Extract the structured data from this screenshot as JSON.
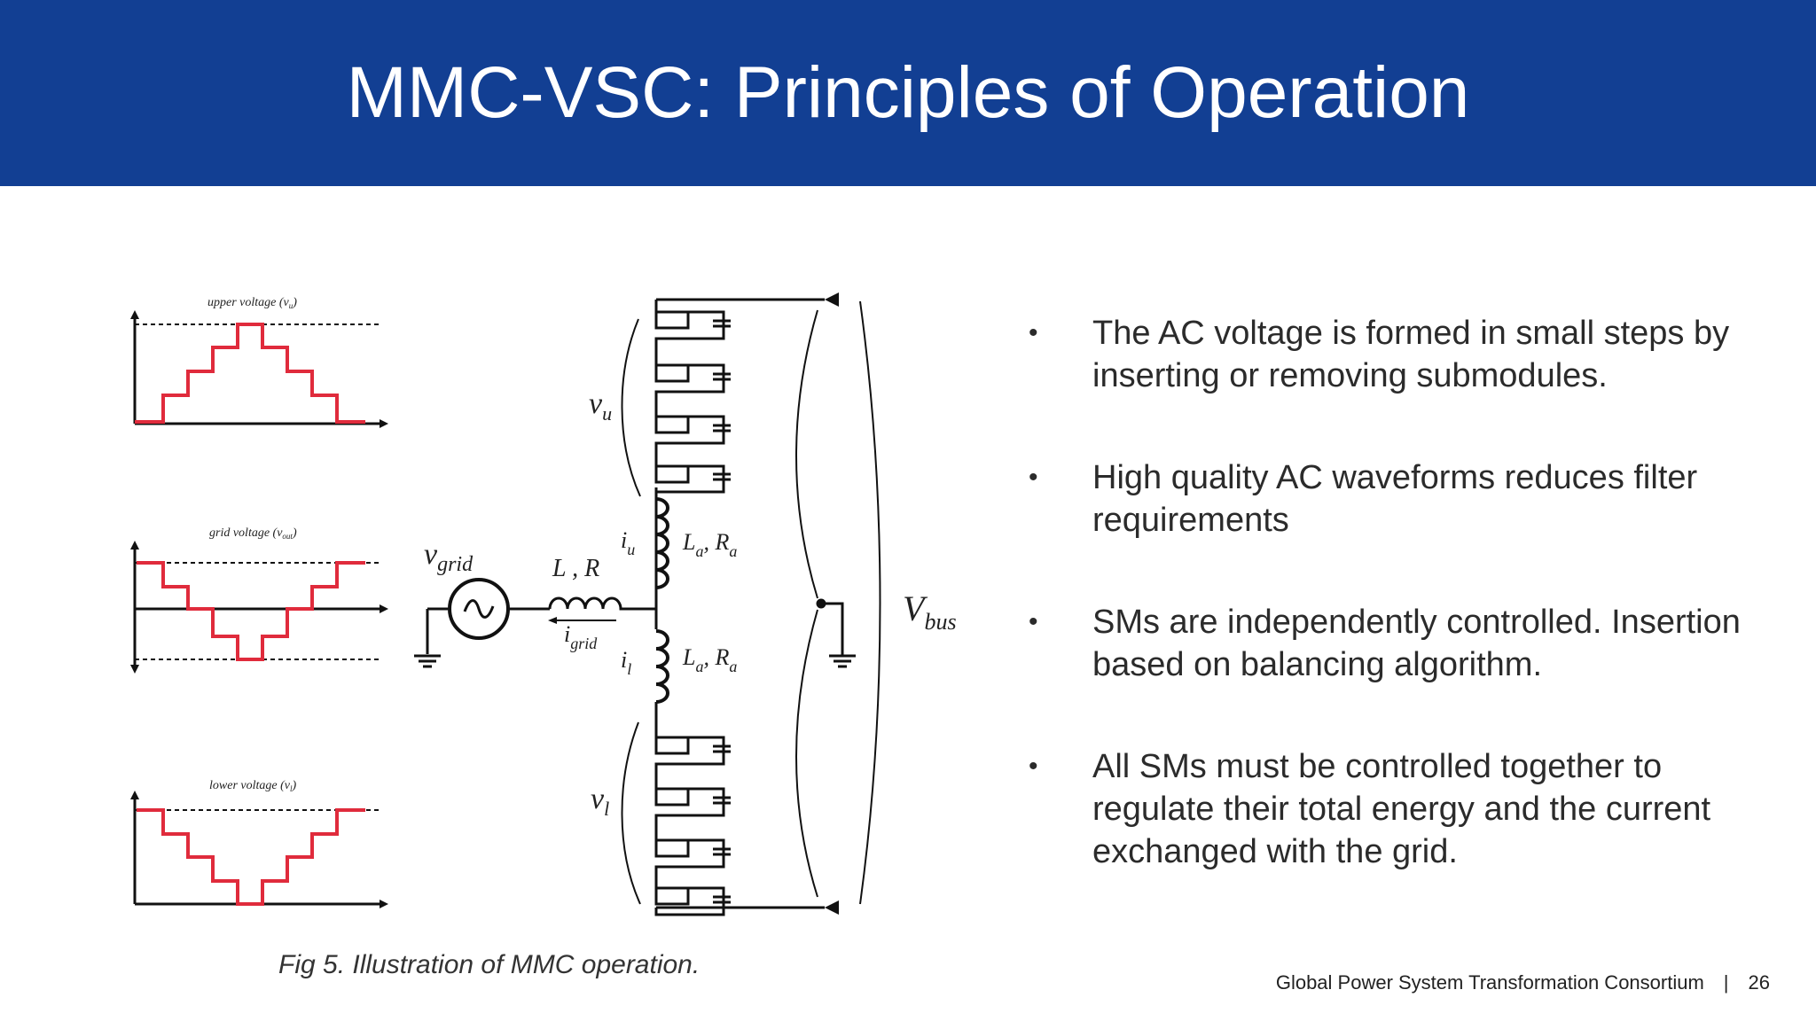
{
  "slide": {
    "title": "MMC-VSC: Principles of Operation",
    "accent_color": "#123f93",
    "waveform_color": "#e02b3c"
  },
  "figure": {
    "caption": "Fig 5. Illustration of MMC operation.",
    "plots": {
      "upper": {
        "label": "upper voltage (v",
        "sub": "u",
        "close": ")"
      },
      "grid": {
        "label": "grid voltage (v",
        "sub": "out",
        "close": ")"
      },
      "lower": {
        "label": "lower voltage (v",
        "sub": "l",
        "close": ")"
      }
    },
    "circuit": {
      "v_grid": "v",
      "v_grid_sub": "grid",
      "lr": "L , R",
      "i_grid": "i",
      "i_grid_sub": "grid",
      "i_u": "i",
      "i_u_sub": "u",
      "i_l": "i",
      "i_l_sub": "l",
      "la_ra": "L",
      "la_sub": "a",
      "ra": ", R",
      "ra_sub": "a",
      "v_u": "v",
      "v_u_sub": "u",
      "v_l": "v",
      "v_l_sub": "l",
      "v_bus": "V",
      "v_bus_sub": "bus"
    }
  },
  "bullets": [
    {
      "marker": "•",
      "text": "The AC voltage is formed in small steps by inserting or removing submodules."
    },
    {
      "marker": "•",
      "text": "High quality AC waveforms reduces filter requirements"
    },
    {
      "marker": "•",
      "text": "SMs are independently controlled. Insertion based on balancing algorithm."
    },
    {
      "marker": "•",
      "text": "All SMs must be controlled together to regulate their total energy and the current exchanged with the grid."
    }
  ],
  "footer": {
    "org": "Global Power System Transformation Consortium",
    "separator": "|",
    "page": "26"
  }
}
